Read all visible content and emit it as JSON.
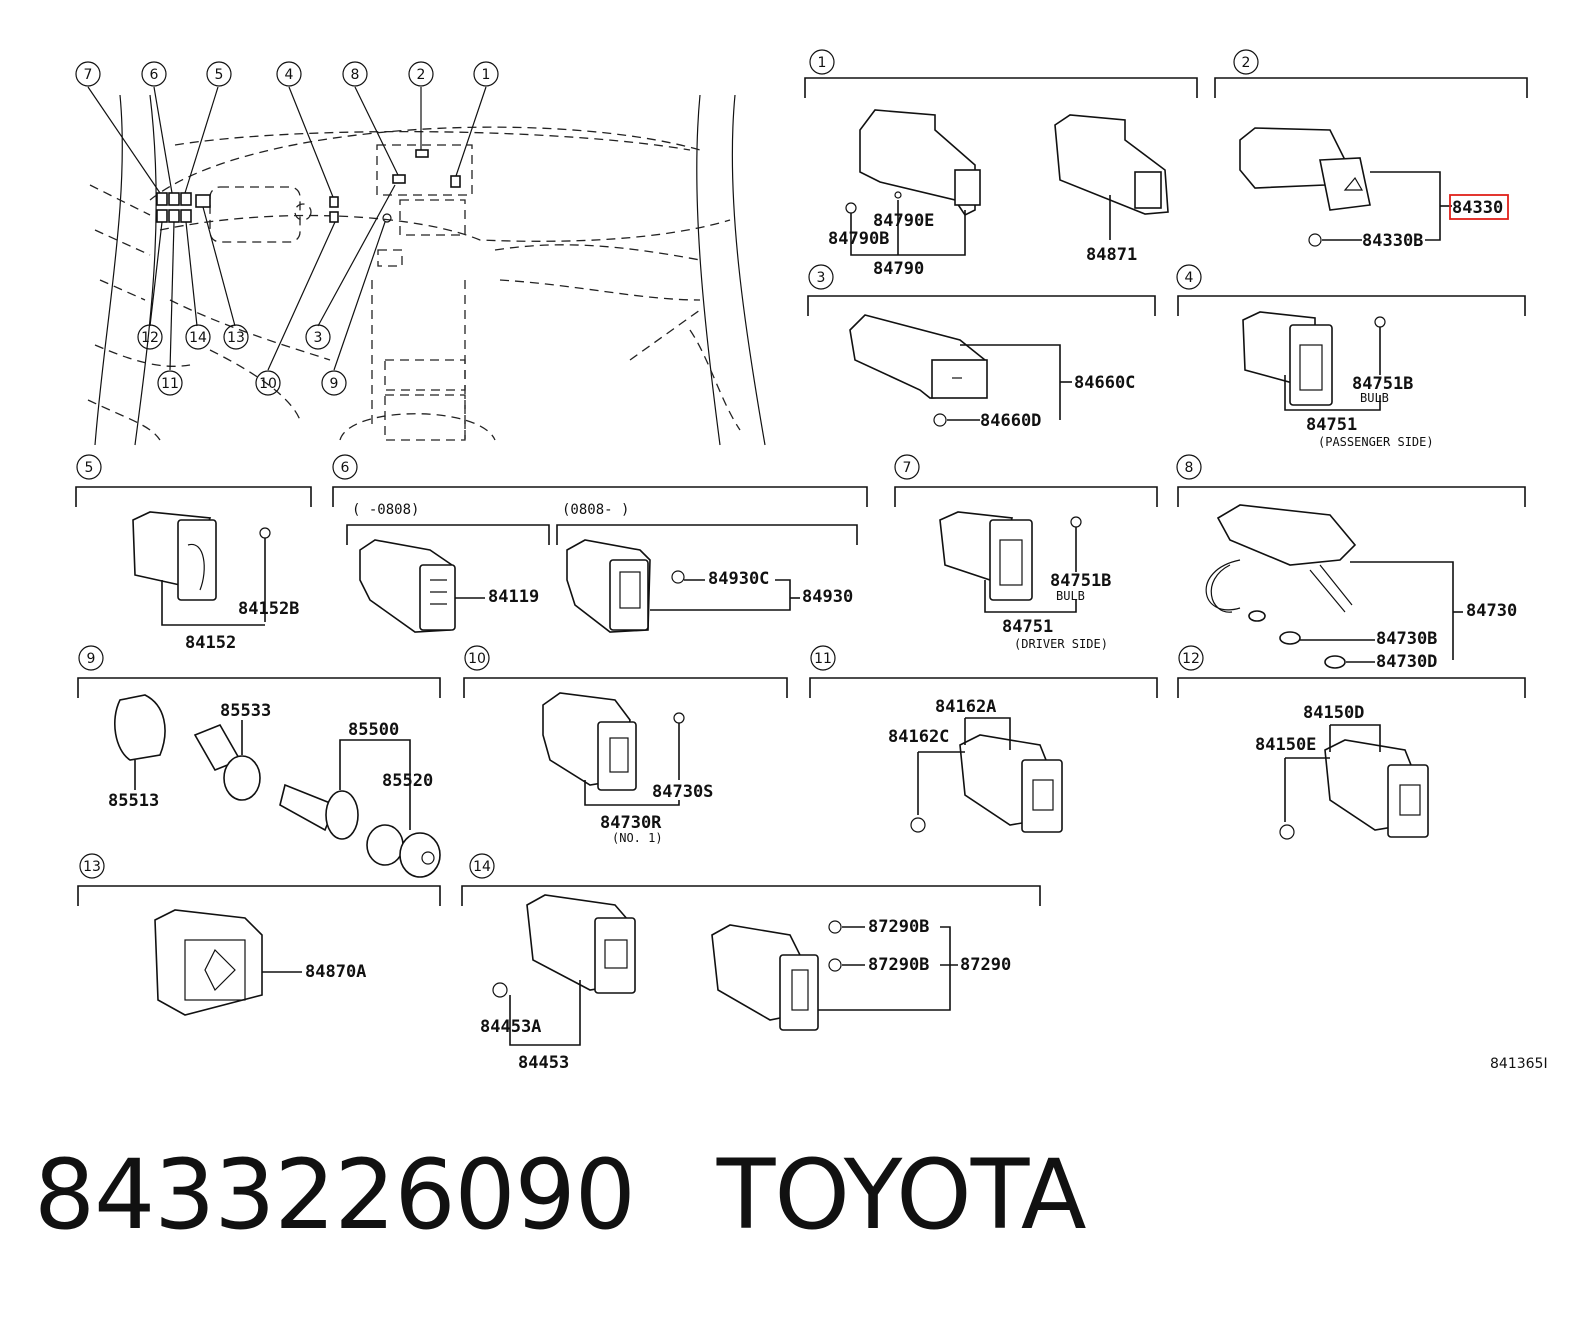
{
  "callouts": [
    "1",
    "2",
    "3",
    "4",
    "5",
    "6",
    "7",
    "8",
    "9",
    "10",
    "11",
    "12",
    "13",
    "14"
  ],
  "parts": {
    "p84790E": "84790E",
    "p84790B": "84790B",
    "p84790": "84790",
    "p84871": "84871",
    "p84330": "84330",
    "p84330B": "84330B",
    "p84660C": "84660C",
    "p84660D": "84660D",
    "p84751B_a": "84751B",
    "bulb_a": "BULB",
    "p84751_a": "84751",
    "pass_side": "(PASSENGER SIDE)",
    "p84152B": "84152B",
    "p84152": "84152",
    "range1": "(      -0808)",
    "range2": "(0808-      )",
    "p84119": "84119",
    "p84930C": "84930C",
    "p84930": "84930",
    "p84751B_b": "84751B",
    "bulb_b": "BULB",
    "p84751_b": "84751",
    "drv_side": "(DRIVER SIDE)",
    "p84730": "84730",
    "p84730B": "84730B",
    "p84730D": "84730D",
    "p85533": "85533",
    "p85500": "85500",
    "p85520": "85520",
    "p85513": "85513",
    "p84730S": "84730S",
    "p84730R": "84730R",
    "no1": "(NO. 1)",
    "p84162A": "84162A",
    "p84162C": "84162C",
    "p84150D": "84150D",
    "p84150E": "84150E",
    "p84870A": "84870A",
    "p87290B_a": "87290B",
    "p87290B_b": "87290B",
    "p87290": "87290",
    "p84453A": "84453A",
    "p84453": "84453"
  },
  "diagram_code": "841365I",
  "footer": {
    "part_number": "8433226090",
    "brand": "TOYOTA"
  },
  "colors": {
    "highlight": "#e0201a",
    "ink": "#111111"
  }
}
